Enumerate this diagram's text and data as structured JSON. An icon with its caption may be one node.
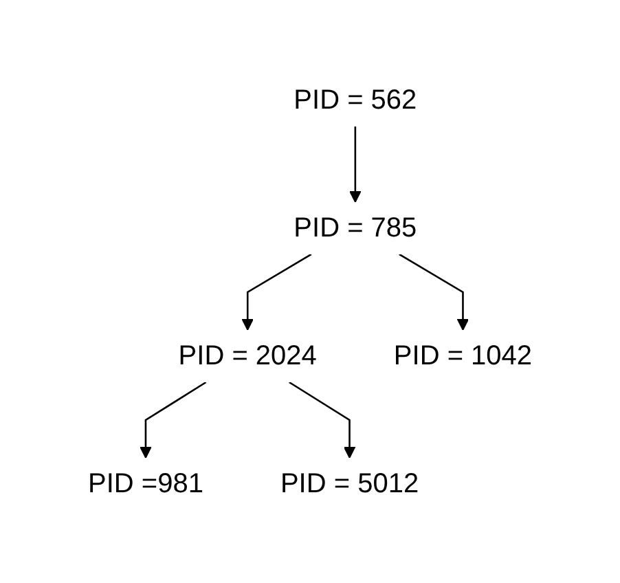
{
  "diagram": {
    "nodes": [
      {
        "text": [
          "PID = 562"
        ]
      },
      {
        "text": [
          "PID = 785"
        ]
      },
      {
        "text": [
          "PID = 2024"
        ]
      },
      {
        "text": [
          "PID = 1042"
        ]
      },
      {
        "text": [
          "PID =981"
        ]
      },
      {
        "text": [
          "PID = 5012"
        ]
      }
    ],
    "edges": [
      {
        "from": 0,
        "to": 1,
        "arrow": "to"
      },
      {
        "from": 1,
        "to": 2,
        "arrow": "to"
      },
      {
        "from": 1,
        "to": 3,
        "arrow": "to"
      },
      {
        "from": 2,
        "to": 4,
        "arrow": "to"
      },
      {
        "from": 2,
        "to": 5,
        "arrow": "to"
      }
    ]
  }
}
